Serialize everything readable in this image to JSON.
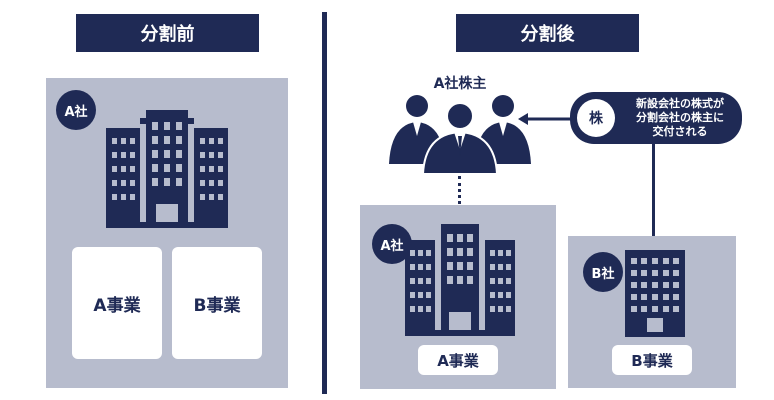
{
  "before": {
    "header": "分割前",
    "company_badge": "A社",
    "businesses": [
      "A事業",
      "B事業"
    ]
  },
  "after": {
    "header": "分割後",
    "shareholders_label": "A社株主",
    "company_a_badge": "A社",
    "company_a_business": "A事業",
    "company_b_badge": "B社",
    "company_b_business": "B事業",
    "stock_badge": "株",
    "stock_note_line1": "新設会社の株式が",
    "stock_note_line2": "分割会社の株主に",
    "stock_note_line3": "交付される"
  },
  "colors": {
    "navy": "#1f2a55",
    "panel_gray": "#b7bccd",
    "card_white": "#ffffff"
  },
  "icons": [
    "building-icon",
    "businessmen-group-icon",
    "arrow-left-icon"
  ]
}
